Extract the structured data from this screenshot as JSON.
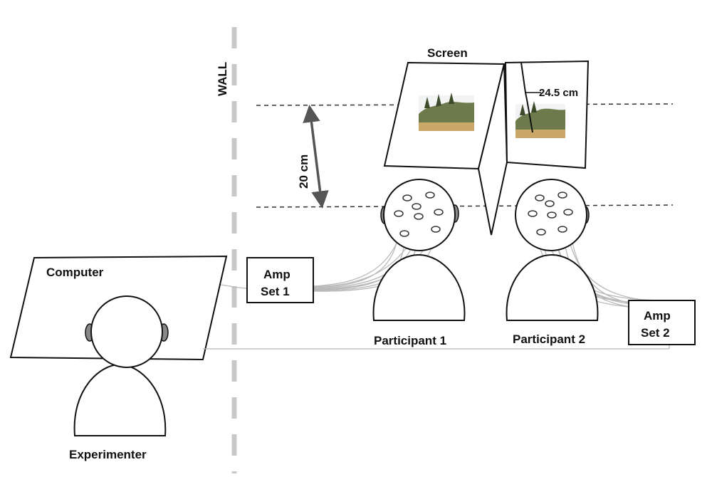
{
  "labels": {
    "wall": "WALL",
    "screen": "Screen",
    "distance_screen_gap": "24.5 cm",
    "distance_vertical": "20 cm",
    "computer": "Computer",
    "amp1_line1": "Amp",
    "amp1_line2": "Set 1",
    "amp2_line1": "Amp",
    "amp2_line2": "Set 2",
    "participant1": "Participant 1",
    "participant2": "Participant 2",
    "experimenter": "Experimenter"
  },
  "colors": {
    "outline": "#111111",
    "wall_dash": "#c8c8c8",
    "wires": "#b9b9b9",
    "arrow": "#555555",
    "guide_dash": "#333333"
  },
  "icons": {
    "screen_image": "landscape-photo",
    "electrode": "eeg-electrode"
  }
}
